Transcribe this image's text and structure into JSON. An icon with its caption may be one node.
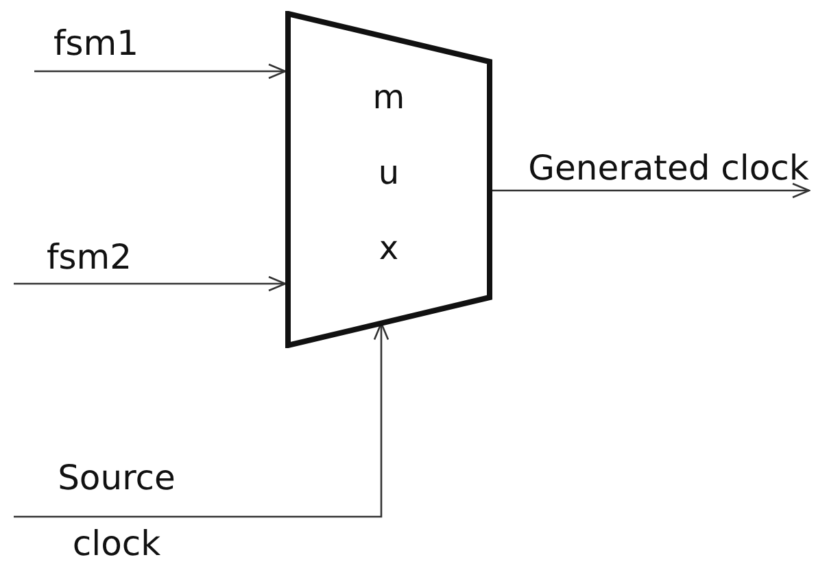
{
  "diagram": {
    "nodes": [
      {
        "text": [
          "m u x"
        ]
      },
      {
        "text": [
          "fsm1"
        ]
      },
      {
        "text": [
          "fsm2"
        ]
      },
      {
        "text": [
          "Generated clock"
        ]
      },
      {
        "text": [
          "Source clock"
        ]
      }
    ],
    "edges": [
      {
        "from": 1,
        "to": 0,
        "arrow": "to"
      },
      {
        "from": 2,
        "to": 0,
        "arrow": "to"
      },
      {
        "from": 0,
        "to": 3,
        "arrow": "to"
      },
      {
        "from": 4,
        "to": 0,
        "arrow": "to"
      }
    ]
  }
}
